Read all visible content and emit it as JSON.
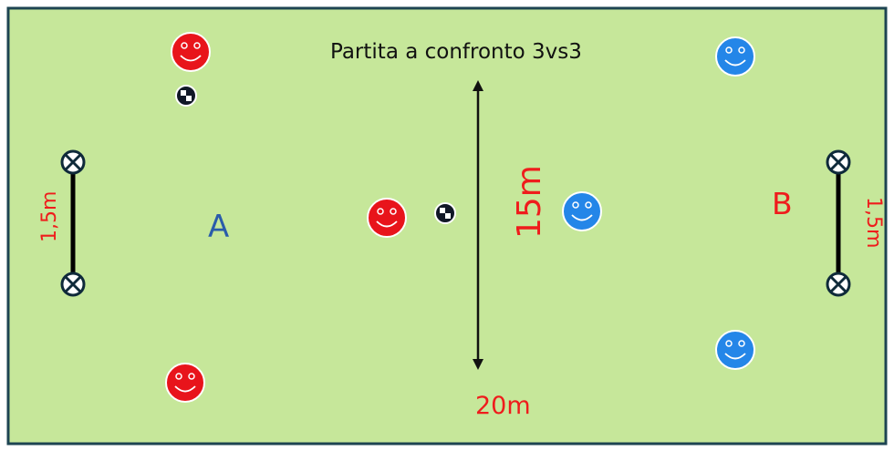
{
  "diagram": {
    "title": "Partita a confronto 3vs3",
    "dim_height": "15m",
    "dim_width": "20m",
    "team_a_label": "A",
    "team_b_label": "B",
    "goal_left_width": "1,5m",
    "goal_right_width": "1,5m"
  },
  "colors": {
    "field_fill": "#c6e79a",
    "field_border": "#1d4452",
    "team_red": "#e8141b",
    "team_blue": "#2486e8",
    "label_red": "#ef1c1c",
    "label_blue": "#2a5caa",
    "text_dark": "#111111",
    "goal_post": "#0f2a3a"
  },
  "icons": {
    "player": "smiley-face-icon",
    "ball": "soccer-ball-icon",
    "goal_post": "cross-circle-icon"
  }
}
